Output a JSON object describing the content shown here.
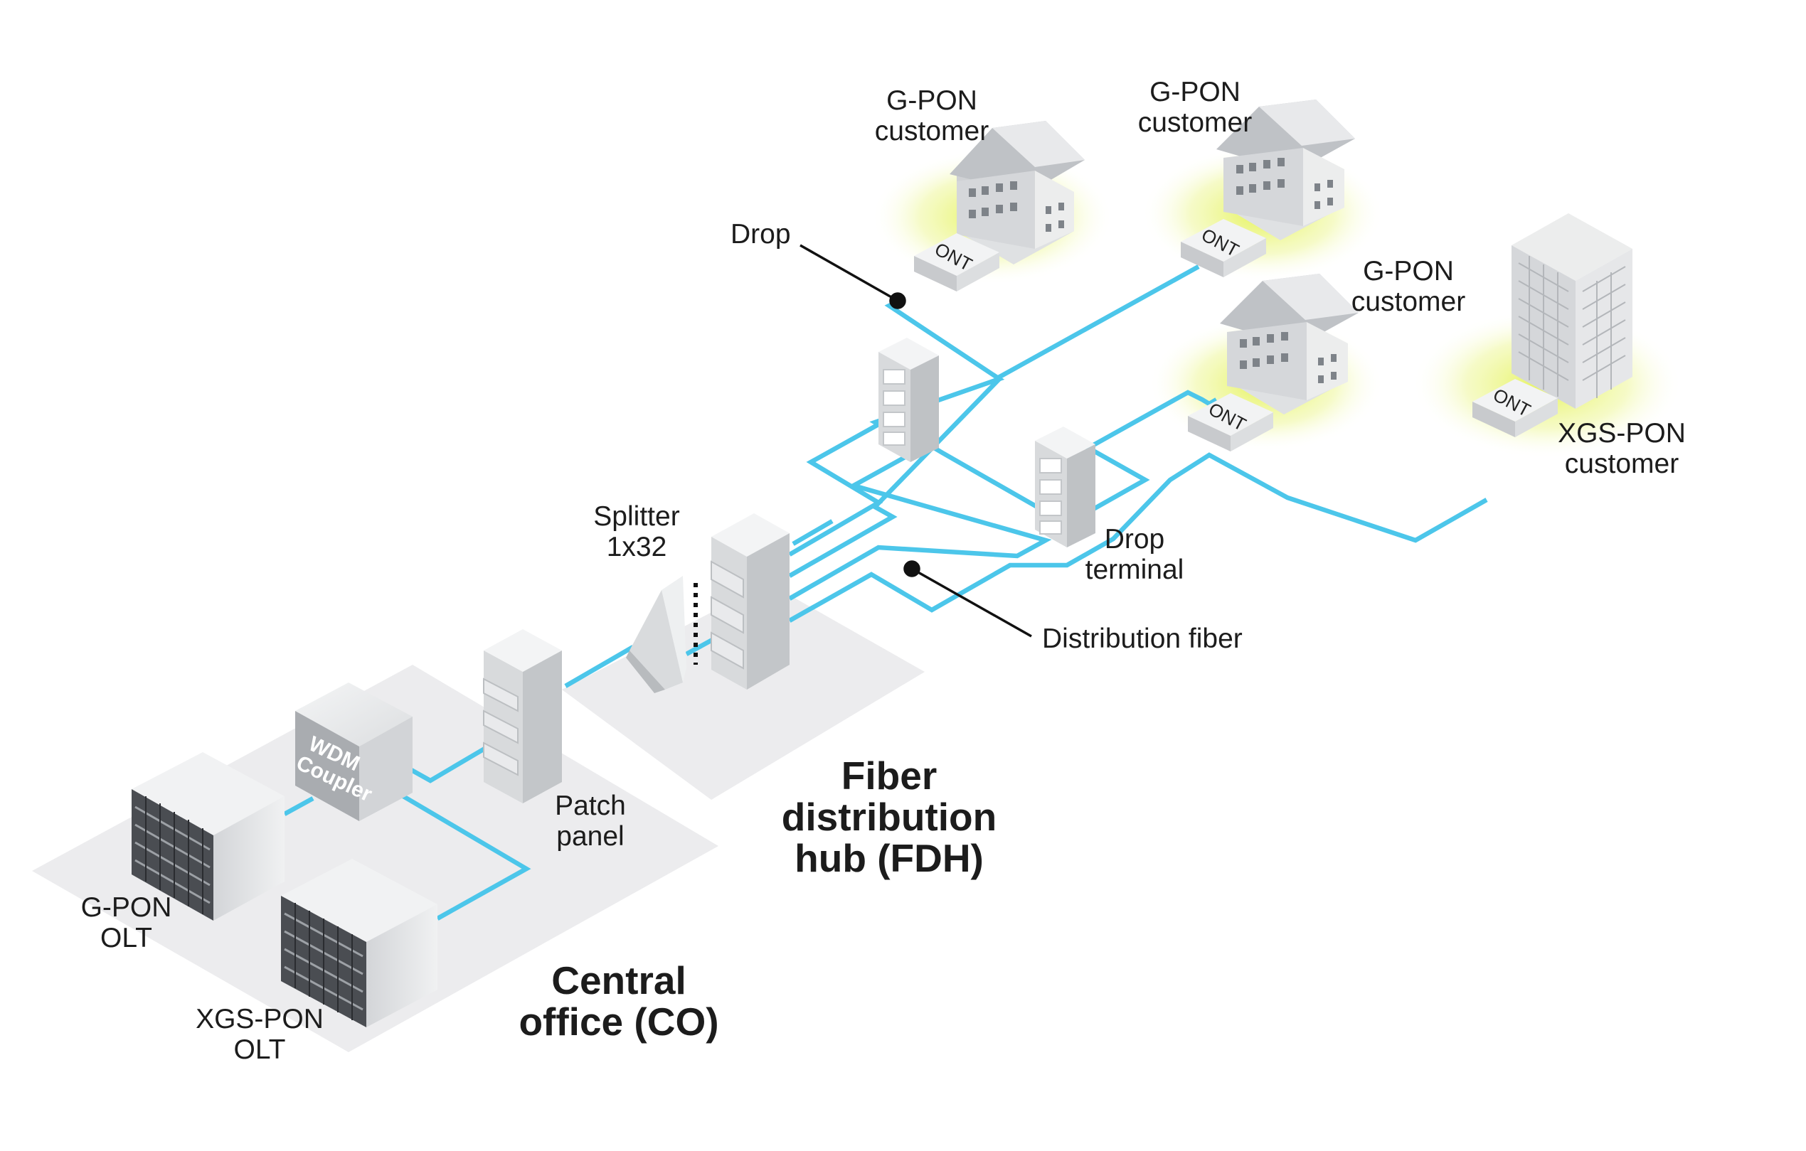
{
  "labels": {
    "gpon_customer_1": [
      "G-PON",
      "customer"
    ],
    "gpon_customer_2": [
      "G-PON",
      "customer"
    ],
    "gpon_customer_3": [
      "G-PON",
      "customer"
    ],
    "xgspon_customer": [
      "XGS-PON",
      "customer"
    ],
    "drop": "Drop",
    "drop_terminal": [
      "Drop",
      "terminal"
    ],
    "distribution_fiber": "Distribution fiber",
    "splitter": [
      "Splitter",
      "1x32"
    ],
    "patch_panel": [
      "Patch",
      "panel"
    ],
    "gpon_olt": [
      "G-PON",
      "OLT"
    ],
    "xgspon_olt": [
      "XGS-PON",
      "OLT"
    ],
    "wdm_coupler": [
      "WDM",
      "Coupler"
    ],
    "ont": "ONT",
    "fdh": [
      "Fiber",
      "distribution",
      "hub (FDH)"
    ],
    "co": [
      "Central",
      "office (CO)"
    ]
  },
  "colors": {
    "fiber": "#4cc6ea",
    "glow": "#e6f25a",
    "platform": "#ececee",
    "device_light": "#e9eaec",
    "device_mid": "#c9cbce",
    "device_dark": "#a3a6aa"
  }
}
